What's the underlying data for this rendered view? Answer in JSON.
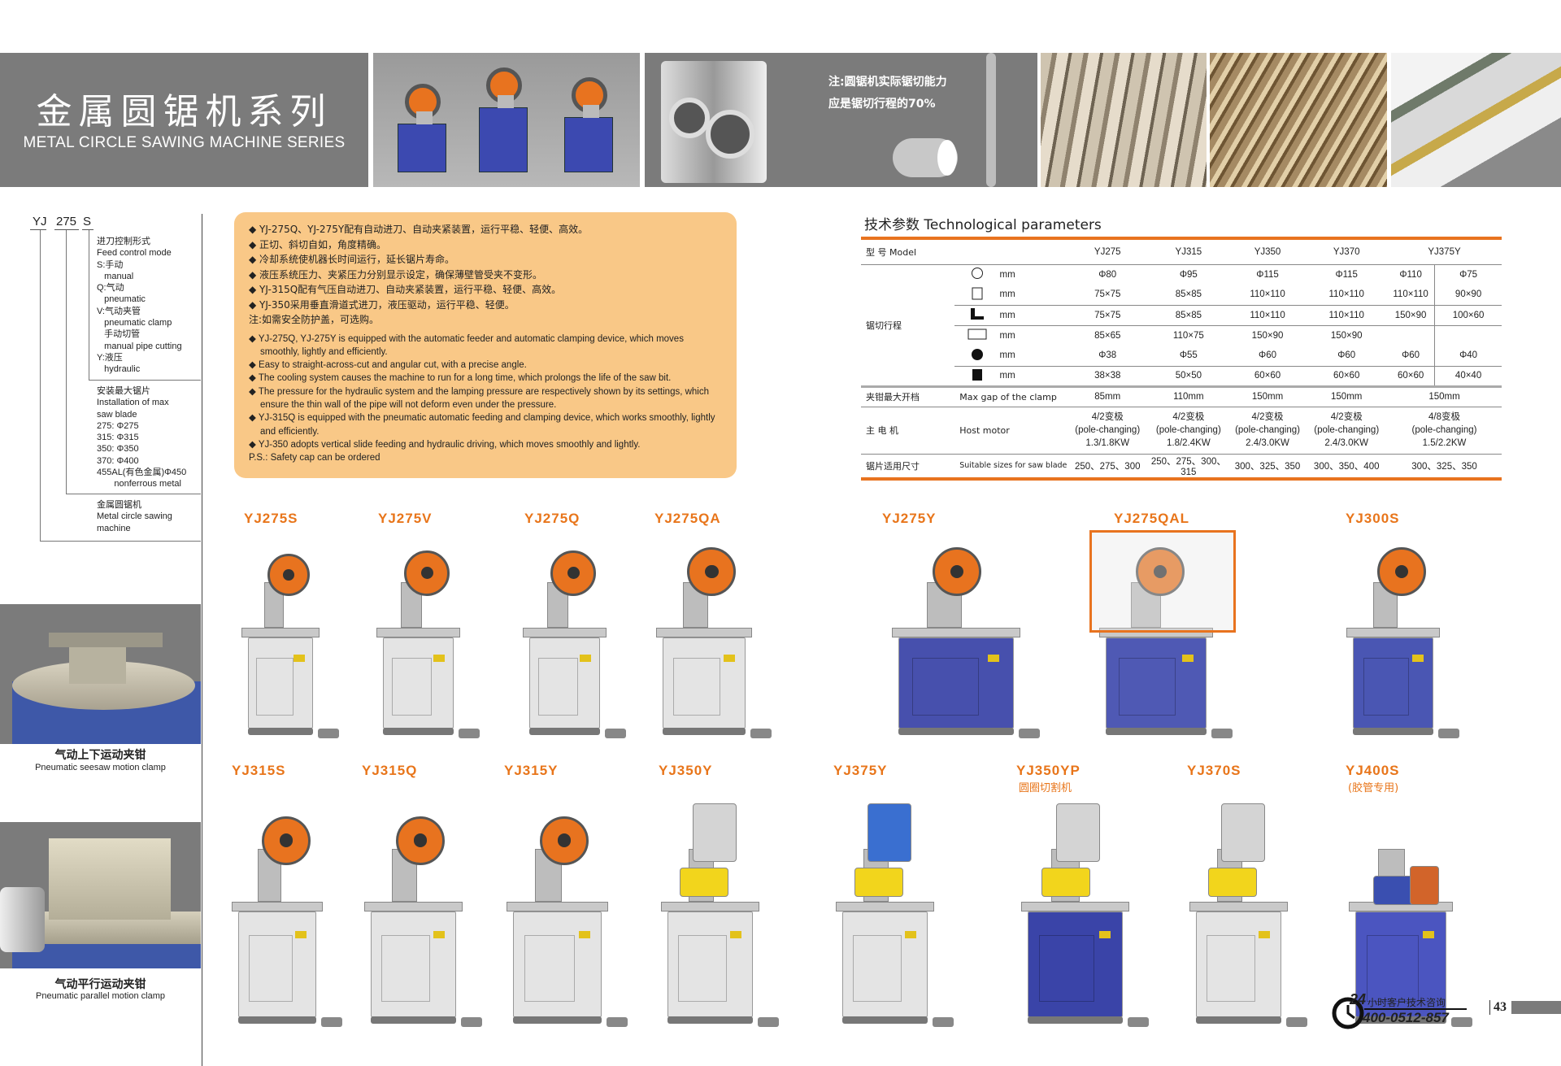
{
  "header": {
    "title_cn": "金属圆锯机系列",
    "title_en": "METAL CIRCLE SAWING MACHINE SERIES",
    "note": [
      "注:圆锯机实际锯切能力",
      "应是锯切行程的70%"
    ]
  },
  "legend": {
    "code": [
      "YJ",
      "275",
      "S"
    ],
    "feed": "进刀控制形式\nFeed control mode\nS:手动\n   manual\nQ:气动\n   pneumatic\nV:气动夹管\n   pneumatic clamp\n   手动切管\n   manual pipe cutting\nY:液压\n   hydraulic",
    "blade": "安装最大锯片\nInstallation of max\nsaw blade\n275: Φ275\n315: Φ315\n350: Φ350\n370: Φ400\n455AL(有色金属)Φ450\n       nonferrous metal",
    "machine": "金属圆锯机\nMetal circle sawing\nmachine"
  },
  "features": {
    "cn": [
      "◆ YJ-275Q、YJ-275Y配有自动进刀、自动夹紧装置，运行平稳、轻便、高效。",
      "◆ 正切、斜切自如，角度精确。",
      "◆ 冷却系统使机器长时间运行，延长锯片寿命。",
      "◆ 液压系统压力、夹紧压力分别显示设定，确保薄壁管受夹不变形。",
      "◆ YJ-315Q配有气压自动进刀、自动夹紧装置，运行平稳、轻便、高效。",
      "◆ YJ-350采用垂直滑道式进刀，液压驱动，运行平稳、轻便。",
      "注:如需安全防护盖，可选购。"
    ],
    "en": [
      "◆ YJ-275Q, YJ-275Y is equipped with the automatic feeder and automatic clamping device, which moves smoothly, lightly and efficiently.",
      "◆ Easy to straight-across-cut and angular cut, with a precise angle.",
      "◆ The cooling system causes the machine to run for a long time, which prolongs the life of the saw bit.",
      "◆ The pressure for the hydraulic system and the lamping pressure are respectively shown by its settings, which ensure the thin wall of the pipe will not deform even under the pressure.",
      "◆ YJ-315Q is equipped with the pneumatic automatic feeding and clamping device, which works smoothly, lightly and efficiently.",
      "◆ YJ-350 adopts vertical slide feeding and hydraulic driving, which moves smoothly and lightly."
    ],
    "ps": "P.S.: Safety cap can be ordered"
  },
  "tech": {
    "title": "技术参数 Technological parameters",
    "model_label": "型 号 Model",
    "models": [
      "YJ275",
      "YJ315",
      "YJ350",
      "YJ370",
      "YJ375Y"
    ],
    "stroke_label": "锯切行程",
    "unit": "mm",
    "stroke_rows": [
      {
        "shape": "circle-outline",
        "values": [
          "Φ80",
          "Φ95",
          "Φ115",
          "Φ115",
          "Φ110",
          "Φ75"
        ]
      },
      {
        "shape": "square-outline",
        "values": [
          "75×75",
          "85×85",
          "110×110",
          "110×110",
          "110×110",
          "90×90"
        ]
      },
      {
        "shape": "angle",
        "values": [
          "75×75",
          "85×85",
          "110×110",
          "110×110",
          "150×90",
          "100×60"
        ]
      },
      {
        "shape": "rect-outline",
        "values": [
          "85×65",
          "110×75",
          "150×90",
          "150×90",
          "",
          ""
        ]
      },
      {
        "shape": "circle-solid",
        "values": [
          "Φ38",
          "Φ55",
          "Φ60",
          "Φ60",
          "Φ60",
          "Φ40"
        ]
      },
      {
        "shape": "square-solid",
        "values": [
          "38×38",
          "50×50",
          "60×60",
          "60×60",
          "60×60",
          "40×40"
        ]
      }
    ],
    "clamp_label_cn": "夹钳最大开档",
    "clamp_label_en": "Max gap of the clamp",
    "clamp": [
      "85mm",
      "110mm",
      "150mm",
      "150mm",
      "150mm"
    ],
    "motor_label_cn": "主 电 机",
    "motor_label_en": "Host motor",
    "motor": [
      [
        "4/2变极",
        "(pole-changing)",
        "1.3/1.8KW"
      ],
      [
        "4/2变极",
        "(pole-changing)",
        "1.8/2.4KW"
      ],
      [
        "4/2变极",
        "(pole-changing)",
        "2.4/3.0KW"
      ],
      [
        "4/2变极",
        "(pole-changing)",
        "2.4/3.0KW"
      ],
      [
        "4/8变极",
        "(pole-changing)",
        "1.5/2.2KW"
      ]
    ],
    "blade_label_cn": "锯片适用尺寸",
    "blade_label_en": "Suitable sizes for saw blade",
    "blade": [
      "250、275、300",
      "250、275、300、315",
      "300、325、350",
      "300、350、400",
      "300、325、350"
    ]
  },
  "clamps": [
    {
      "cn": "气动上下运动夹钳",
      "en": "Pneumatic seesaw motion clamp"
    },
    {
      "cn": "气动平行运动夹钳",
      "en": "Pneumatic parallel motion clamp"
    }
  ],
  "products": [
    {
      "name": "YJ275S",
      "subtitle": "",
      "color": "#e4e4e4"
    },
    {
      "name": "YJ275V",
      "subtitle": "",
      "color": "#e4e4e4"
    },
    {
      "name": "YJ275Q",
      "subtitle": "",
      "color": "#e4e4e4"
    },
    {
      "name": "YJ275QA",
      "subtitle": "",
      "color": "#e4e4e4"
    },
    {
      "name": "YJ275Y",
      "subtitle": "",
      "color": "#4750ad"
    },
    {
      "name": "YJ275QAL",
      "subtitle": "",
      "color": "#4f59b4"
    },
    {
      "name": "YJ300S",
      "subtitle": "",
      "color": "#4a56b3"
    },
    {
      "name": "YJ315S",
      "subtitle": "",
      "color": "#e4e4e4"
    },
    {
      "name": "YJ315Q",
      "subtitle": "",
      "color": "#e4e4e4"
    },
    {
      "name": "YJ315Y",
      "subtitle": "",
      "color": "#e4e4e4"
    },
    {
      "name": "YJ350Y",
      "subtitle": "",
      "color": "#e4e4e4"
    },
    {
      "name": "YJ375Y",
      "subtitle": "",
      "color": "#e4e4e4"
    },
    {
      "name": "YJ350YP",
      "subtitle": "圆圈切割机",
      "color": "#3a44a8"
    },
    {
      "name": "YJ370S",
      "subtitle": "",
      "color": "#e4e4e4"
    },
    {
      "name": "YJ400S",
      "subtitle": "(胶管专用)",
      "color": "#4b55c0"
    }
  ],
  "footer": {
    "hotline_text": "小时客户技术咨询",
    "hotline_24": "24",
    "hotline_number": "400-0512-857",
    "page_number": "43"
  }
}
